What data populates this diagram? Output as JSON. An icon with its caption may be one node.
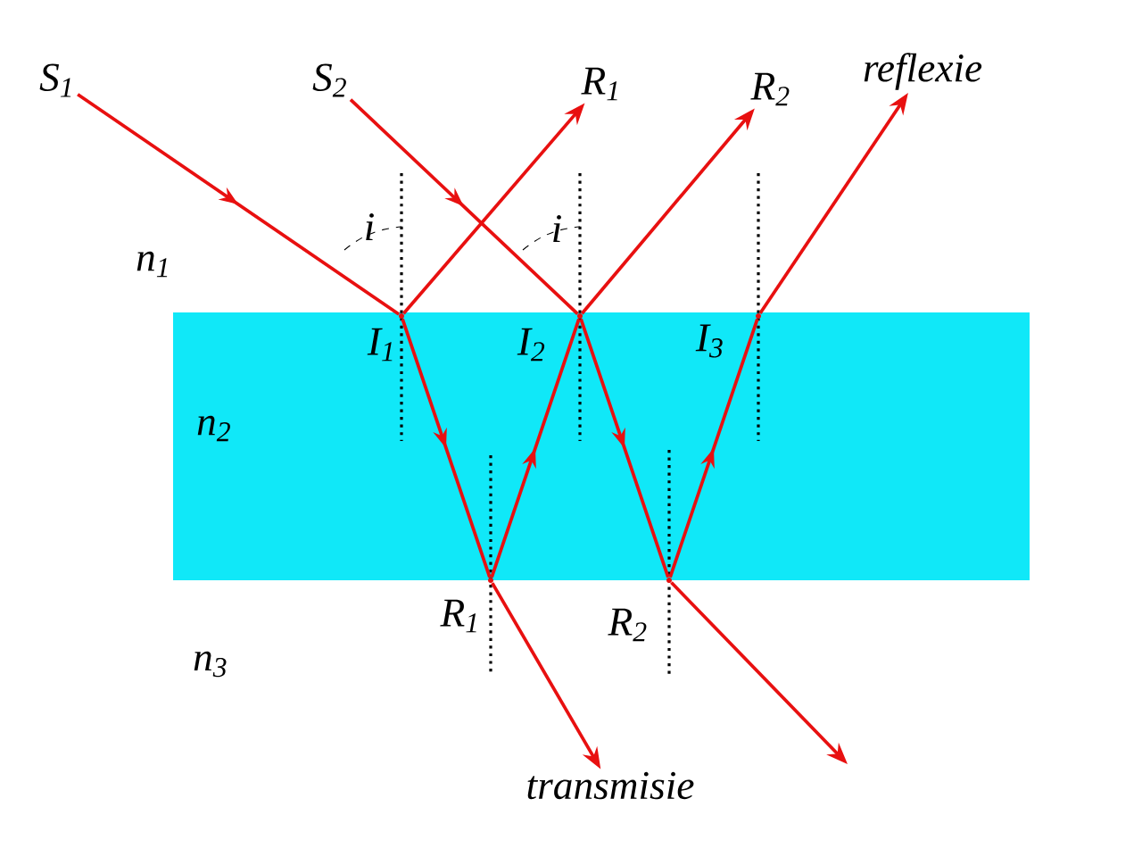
{
  "diagram": {
    "nodes": [
      {
        "text": [
          "S$_{1}$"
        ]
      },
      {
        "text": [
          "S$_{2}$"
        ]
      },
      {
        "text": [
          "R$_{1}$"
        ]
      },
      {
        "text": [
          "R$_{2}$"
        ]
      },
      {
        "text": [
          "reflexie"
        ]
      },
      {
        "text": [],
        "shape": "point",
        "beside": [
          "I$_{1}$"
        ]
      },
      {
        "text": [],
        "shape": "point",
        "beside": [
          "I$_{2}$"
        ]
      },
      {
        "text": [],
        "shape": "point",
        "beside": [
          "I$_{3}$"
        ]
      },
      {
        "text": [],
        "shape": "point",
        "beside": [
          "R$_{1}$"
        ]
      },
      {
        "text": [],
        "shape": "point",
        "beside": [
          "R$_{2}$"
        ]
      },
      {
        "text": [
          "transmisie"
        ]
      }
    ],
    "edges": [
      {
        "from": 0,
        "to": 5,
        "arrow": "to"
      },
      {
        "from": 1,
        "to": 6,
        "arrow": "to"
      },
      {
        "from": 5,
        "to": 2,
        "arrow": "to"
      },
      {
        "from": 6,
        "to": 3,
        "arrow": "to"
      },
      {
        "from": 7,
        "to": 4,
        "arrow": "to"
      },
      {
        "from": 5,
        "to": 8,
        "arrow": "to"
      },
      {
        "from": 8,
        "to": 6,
        "arrow": "to"
      },
      {
        "from": 6,
        "to": 9,
        "arrow": "to"
      },
      {
        "from": 9,
        "to": 7,
        "arrow": "to"
      },
      {
        "from": 8,
        "to": 10,
        "arrow": "to"
      },
      {
        "from": 9,
        "to": null,
        "arrow": "to"
      }
    ],
    "labels": [
      "n$_{1}$",
      "n$_{2}$",
      "n$_{3}$",
      "i",
      "i"
    ]
  }
}
